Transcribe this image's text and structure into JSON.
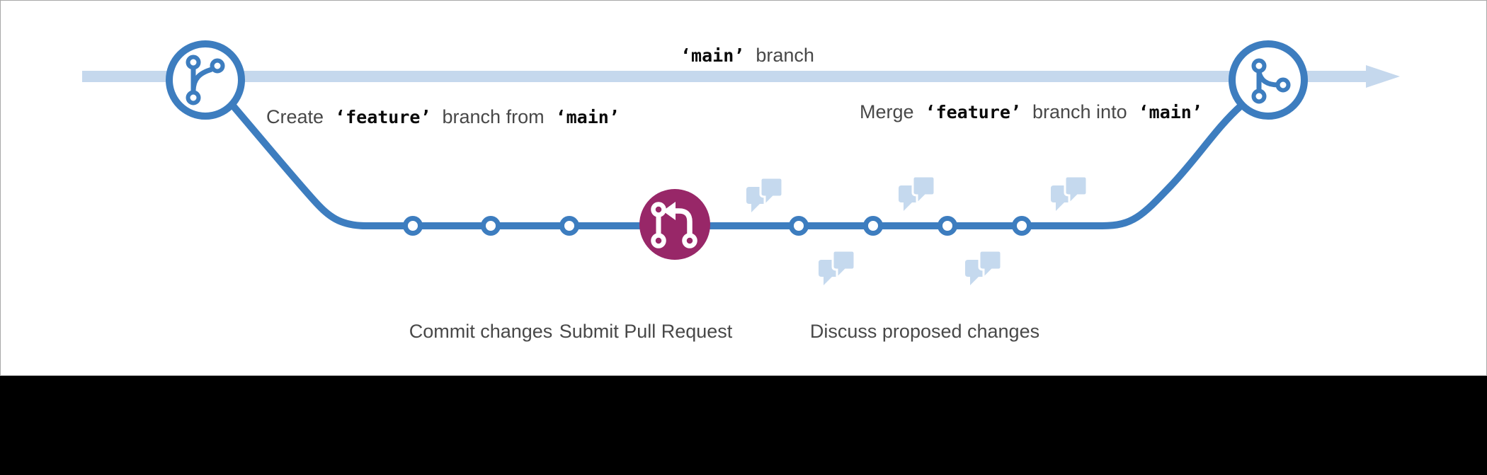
{
  "colors": {
    "branch_blue": "#3d7dbf",
    "main_light_blue": "#c5d8ed",
    "bubble_blue": "#c5d9ee",
    "pr_magenta": "#982768",
    "text_gray": "#484848",
    "code_black": "#0a0a0a",
    "footer_black": "#000000"
  },
  "labels": {
    "main_branch": {
      "code": "‘main’",
      "text": "branch"
    },
    "create": {
      "t1": "Create",
      "c1": "‘feature’",
      "t2": "branch from",
      "c2": "‘main’"
    },
    "merge": {
      "t1": "Merge",
      "c1": "‘feature’",
      "t2": "branch into",
      "c2": "‘main’"
    },
    "commit": "Commit changes",
    "submit": "Submit Pull Request",
    "discuss": "Discuss proposed changes"
  },
  "icons": {
    "left_node": "git-branch-icon",
    "right_node": "git-merge-icon",
    "center_node": "pull-request-icon",
    "discussion": "speech-bubbles-icon",
    "arrow": "main-branch-arrowhead"
  }
}
